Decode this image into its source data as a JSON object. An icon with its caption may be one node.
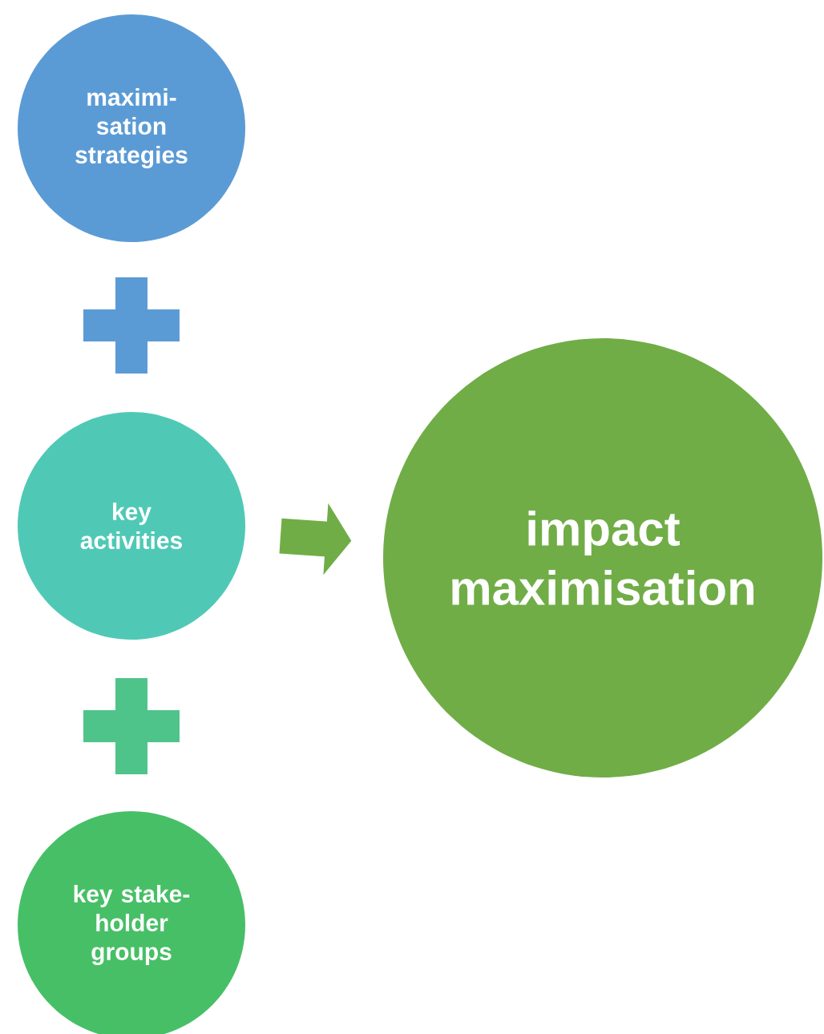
{
  "diagram": {
    "nodes": [
      {
        "text": [
          "maximi- sation strategies"
        ]
      },
      {
        "text": [
          "key activities"
        ]
      },
      {
        "text": [
          "key stake- holder groups"
        ]
      },
      {
        "text": [
          "impact maximisation"
        ]
      }
    ],
    "edges": [
      {
        "from": 1,
        "to": 3,
        "arrow": "to"
      }
    ]
  }
}
